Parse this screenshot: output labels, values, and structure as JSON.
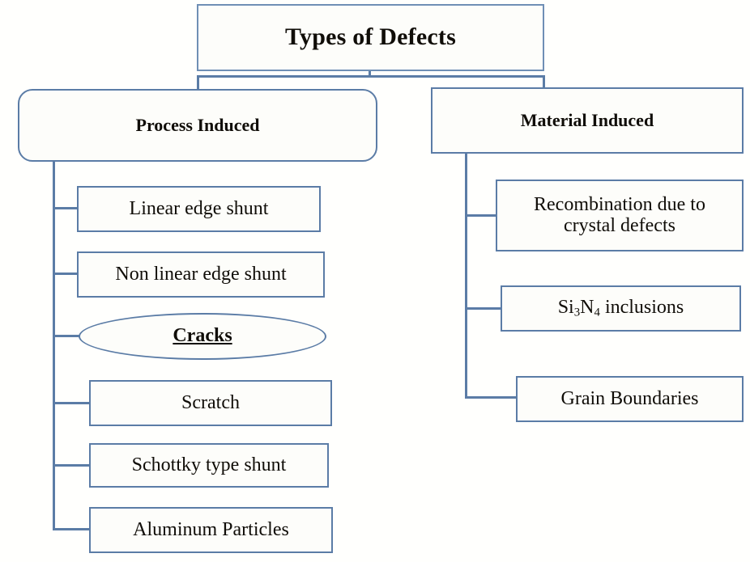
{
  "diagram": {
    "title": "Types of Defects",
    "type": "tree-hierarchy",
    "root": {
      "label": "Types of Defects"
    },
    "branches": [
      {
        "id": "process-induced",
        "label": "Process Induced",
        "shape": "rounded-rectangle",
        "children": [
          {
            "id": "linear-edge-shunt",
            "label": "Linear edge shunt",
            "shape": "rectangle"
          },
          {
            "id": "non-linear-edge-shunt",
            "label": "Non linear edge shunt",
            "shape": "rectangle"
          },
          {
            "id": "cracks",
            "label": "Cracks",
            "shape": "ellipse",
            "emphasis": "bold-underline"
          },
          {
            "id": "scratch",
            "label": "Scratch",
            "shape": "rectangle"
          },
          {
            "id": "schottky-type-shunt",
            "label": "Schottky type shunt",
            "shape": "rectangle"
          },
          {
            "id": "aluminum-particles",
            "label": "Aluminum Particles",
            "shape": "rectangle"
          }
        ]
      },
      {
        "id": "material-induced",
        "label": "Material Induced",
        "shape": "rectangle",
        "children": [
          {
            "id": "recombination-crystal-defects",
            "label": "Recombination due to\ncrystal defects",
            "shape": "rectangle"
          },
          {
            "id": "si3n4-inclusions",
            "label": "Si3N4 inclusions",
            "formula": {
              "pre": "Si",
              "sub1": "3",
              "mid": "N",
              "sub2": "4",
              "post": " inclusions"
            },
            "shape": "rectangle"
          },
          {
            "id": "grain-boundaries",
            "label": "Grain Boundaries",
            "shape": "rectangle"
          }
        ]
      }
    ],
    "colors": {
      "border": "#5b7ca6",
      "box_fill": "#fdfdfa",
      "text": "#100d08",
      "background": "#fffffd"
    }
  }
}
